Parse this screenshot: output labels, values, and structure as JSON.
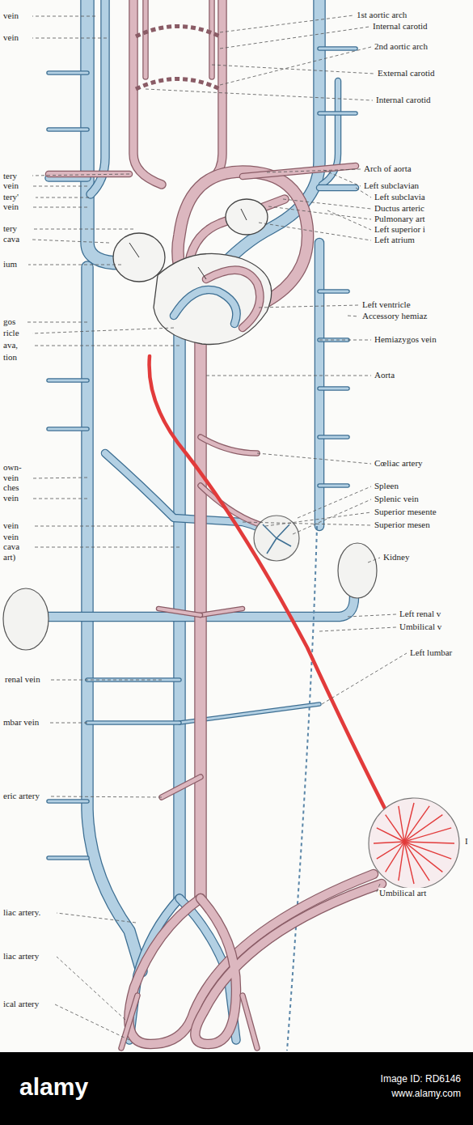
{
  "diagram": {
    "labels": [
      "vein",
      "vein",
      "tery",
      "vein",
      "tery'",
      "vein",
      "tery",
      "cava",
      "ium",
      "gos",
      "ricle",
      "ava,",
      "tion",
      "own-",
      "vein",
      "ches",
      "vein",
      "vein",
      "vein",
      "cava",
      "art)",
      "renal vein",
      "mbar vein",
      "eric artery",
      "liac artery.",
      "liac artery",
      "ical artery",
      "1st aortic arch",
      "Internal carotid",
      "2nd aortic arch",
      "External carotid",
      "Internal carotid",
      "Arch of aorta",
      "Left subclavian",
      "Left subclavia",
      "Ductus arteric",
      "Pulmonary art",
      "Left superior i",
      "Left atrium",
      "Left ventricle",
      "Accessory hemiaz",
      "Hemiazygos vein",
      "Aorta",
      "Cœliac artery",
      "Spleen",
      "Splenic vein",
      "Superior mesente",
      "Superior mesen",
      "Kidney",
      "Left renal v",
      "Umbilical v",
      "Left lumbar",
      "I",
      "Umbilical art",
      "alamy",
      "Image ID: RD6146",
      "www.alamy.com"
    ]
  }
}
